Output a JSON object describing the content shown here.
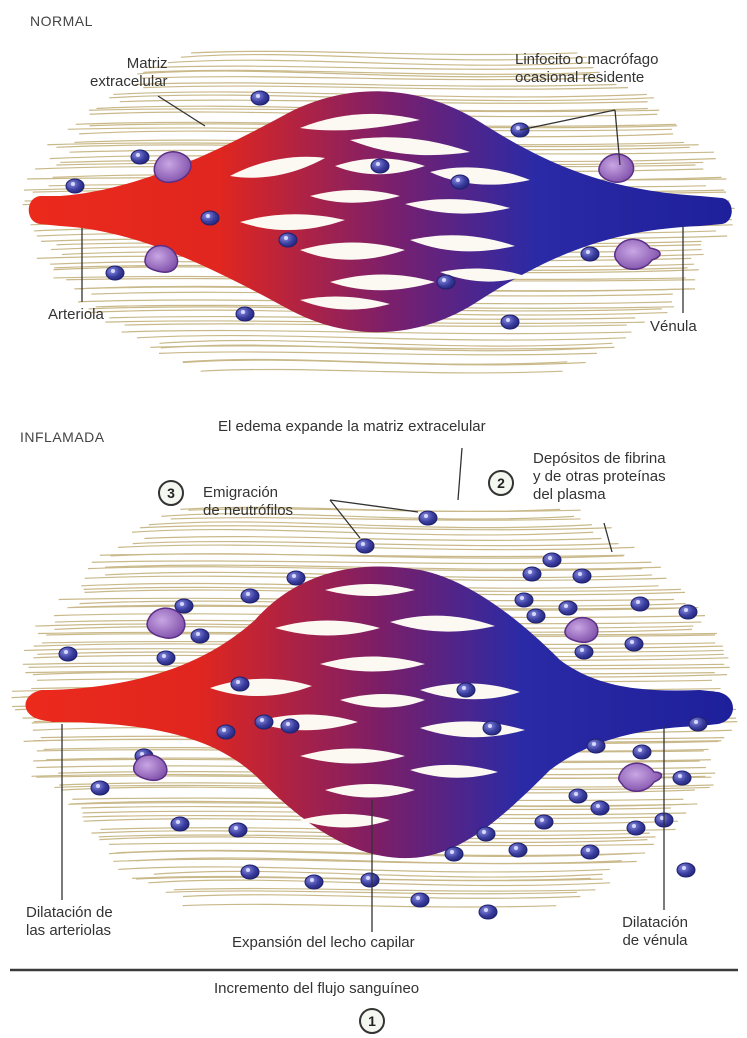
{
  "normal": {
    "heading": "NORMAL",
    "matrix_label": "Matriz\nextracelular",
    "cell_label": "Linfocito o macrófago\nocasional residente",
    "arteriole_label": "Arteriola",
    "venule_label": "Vénula"
  },
  "inflamed": {
    "heading": "INFLAMADA",
    "edema_label": "El edema expande la matriz extracelular",
    "emigration_number": "3",
    "emigration_label": "Emigración\nde neutrófilos",
    "fibrin_number": "2",
    "fibrin_label": "Depósitos de fibrina\ny de otras proteínas\ndel plasma",
    "arteriole_dilation_label": "Dilatación de\nlas arteriolas",
    "capillary_expansion_label": "Expansión del lecho capilar",
    "venule_dilation_label": "Dilatación\nde vénula"
  },
  "footer": {
    "flow_label": "Incremento del flujo sanguíneo",
    "flow_number": "1"
  },
  "colors": {
    "arterial": "#e8231b",
    "venous": "#2a2aa8",
    "fiber": "#c9b98a",
    "cell": "#3b3f9c"
  }
}
